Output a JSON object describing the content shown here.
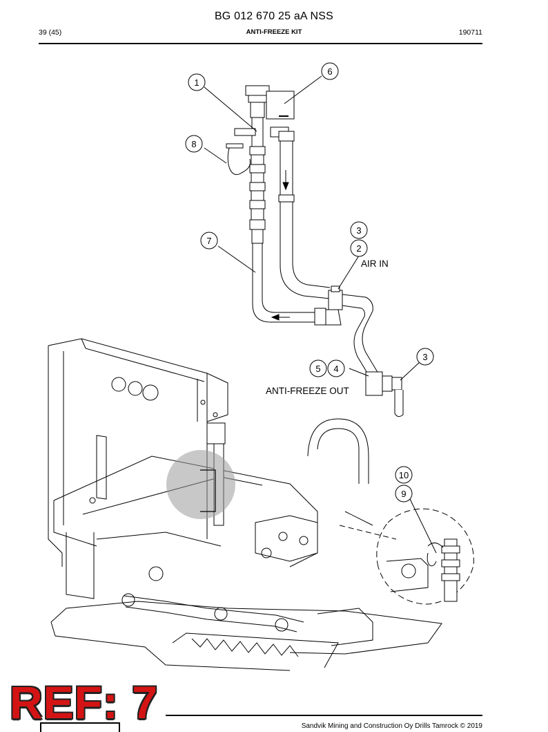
{
  "header": {
    "doc_title": "BG 012 670 25 aA NSS",
    "page": "39 (45)",
    "section": "ANTI-FREEZE KIT",
    "date": "190711"
  },
  "callouts": {
    "c1": "1",
    "c2": "2",
    "c3a": "3",
    "c3b": "3",
    "c4": "4",
    "c5": "5",
    "c6": "6",
    "c7": "7",
    "c8": "8",
    "c9": "9",
    "c10": "10"
  },
  "labels": {
    "air_in": "AIR IN",
    "anti_freeze_out": "ANTI-FREEZE OUT"
  },
  "stamp": {
    "ref": "REF: 7"
  },
  "footer": {
    "copyright": "Sandvik Mining and Construction Oy Drills Tamrock © 2019"
  },
  "colors": {
    "stamp": "#d41414",
    "line": "#000000",
    "zoom_highlight": "#9a9a9a"
  }
}
